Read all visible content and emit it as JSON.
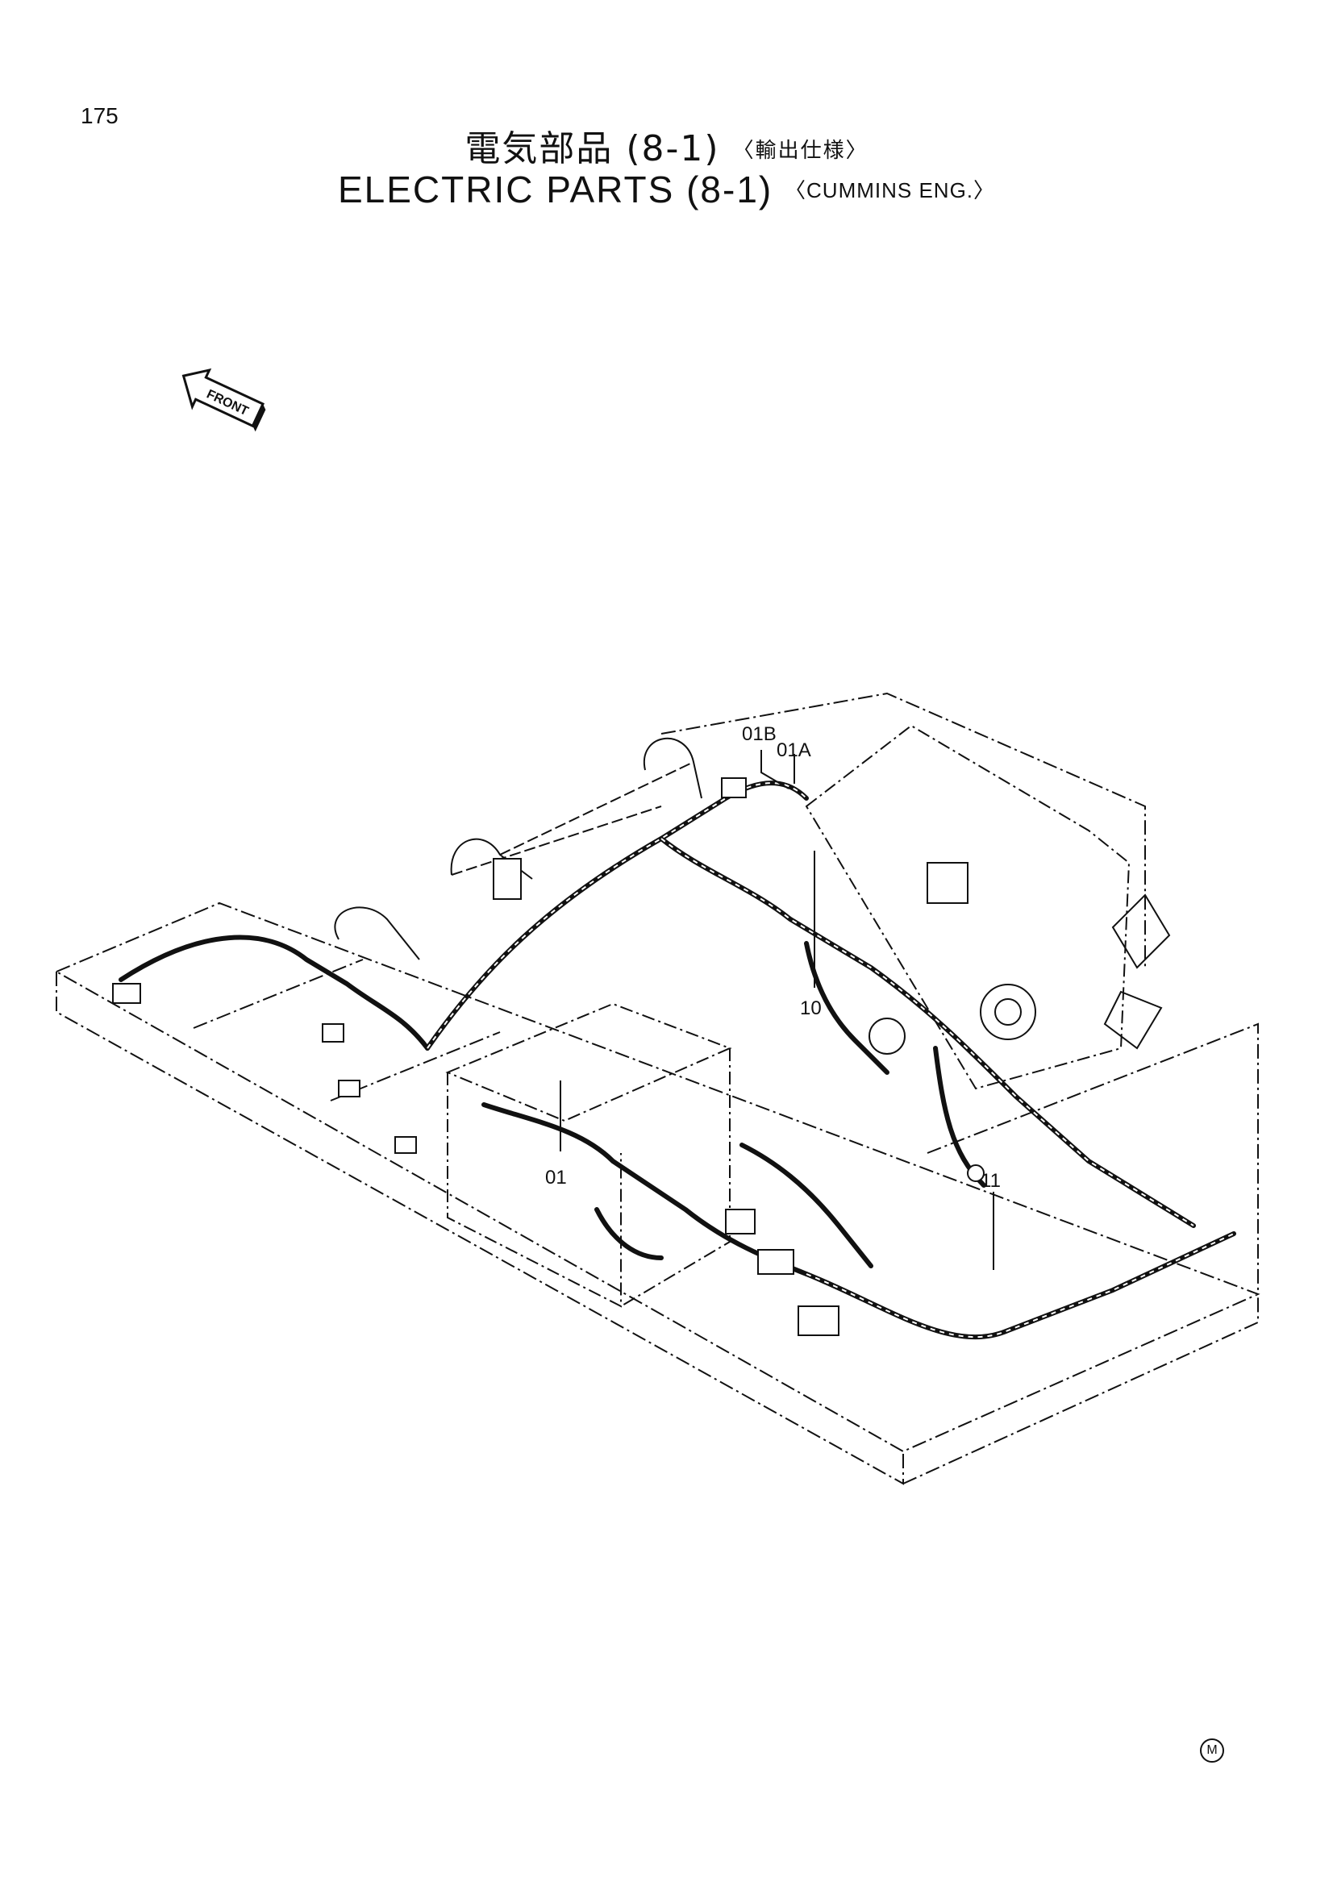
{
  "page": {
    "number": "175",
    "title_jp": "電気部品 (8-1)",
    "title_jp_qualifier": "〈輸出仕様〉",
    "title_en": "ELECTRIC PARTS (8-1)",
    "title_en_qualifier": "〈CUMMINS ENG.〉",
    "front_label": "FRONT",
    "mark": "M"
  },
  "callouts": [
    "01B",
    "01A",
    "10",
    "01",
    "11"
  ]
}
